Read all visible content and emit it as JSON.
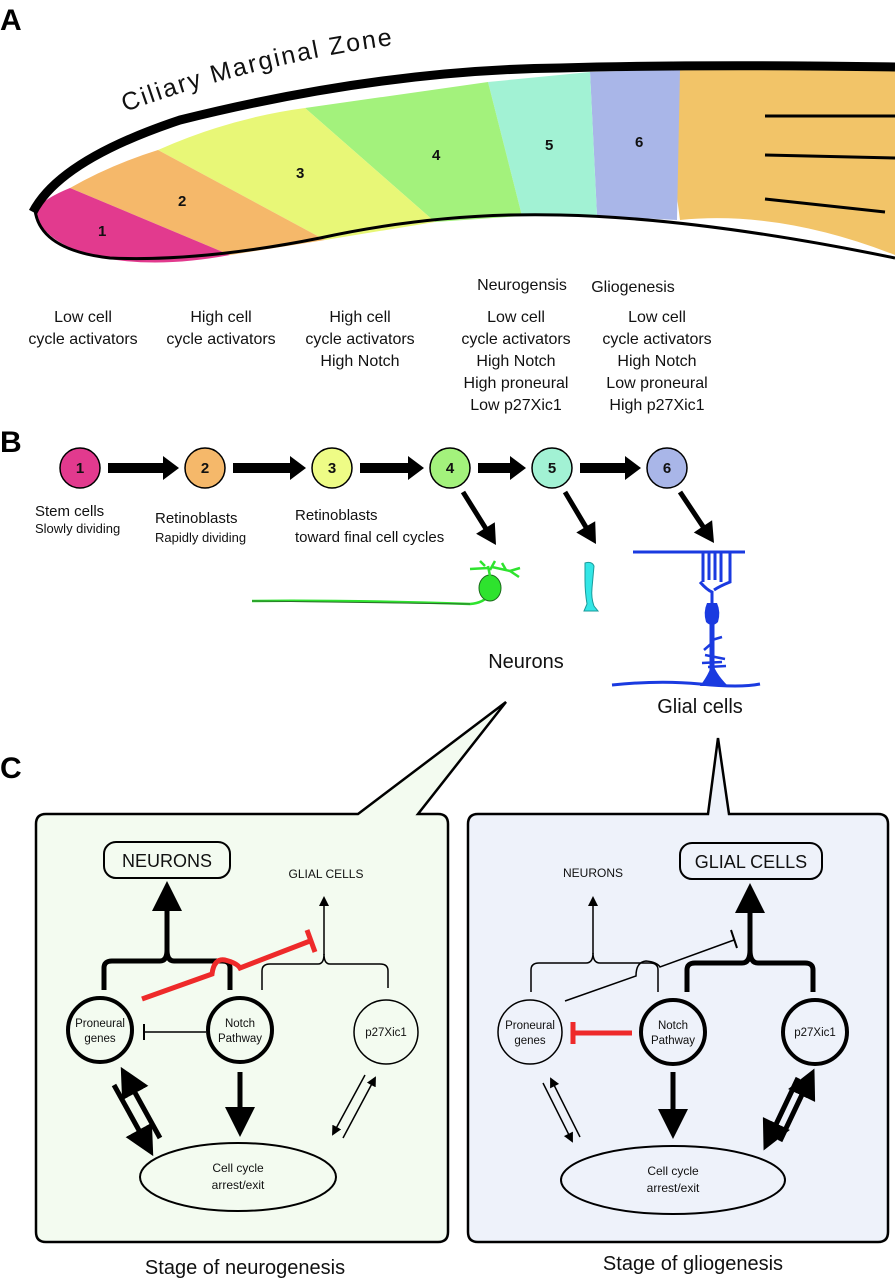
{
  "panels": {
    "a": {
      "letter": "A"
    },
    "b": {
      "letter": "B"
    },
    "c": {
      "letter": "C"
    }
  },
  "panel_a": {
    "title": "Ciliary Marginal Zone",
    "zones": [
      {
        "num": "1",
        "color": "#e23a8e"
      },
      {
        "num": "2",
        "color": "#f5b86a"
      },
      {
        "num": "3",
        "color": "#e8f777"
      },
      {
        "num": "4",
        "color": "#a3f27c"
      },
      {
        "num": "5",
        "color": "#a2f2d4"
      },
      {
        "num": "6",
        "color": "#a9b6e8"
      }
    ],
    "retina_color": "#f2c468",
    "stage_headers": {
      "zone5": "Neurogensis",
      "zone6": "Gliogenesis"
    },
    "descriptions": [
      [
        "Low cell",
        "cycle activators"
      ],
      [
        "High cell",
        "cycle activators"
      ],
      [
        "High cell",
        "cycle activators",
        "High Notch"
      ],
      [
        "Low cell",
        "cycle activators",
        "High Notch",
        "High proneural",
        "Low p27Xic1"
      ],
      [
        "Low cell",
        "cycle activators",
        "High Notch",
        "Low proneural",
        "High p27Xic1"
      ]
    ]
  },
  "panel_b": {
    "nodes": [
      {
        "num": "1",
        "color": "#e23a8e"
      },
      {
        "num": "2",
        "color": "#f5b86a"
      },
      {
        "num": "3",
        "color": "#eefc86"
      },
      {
        "num": "4",
        "color": "#a3f27c"
      },
      {
        "num": "5",
        "color": "#a2f2d4"
      },
      {
        "num": "6",
        "color": "#a9b6e8"
      }
    ],
    "labels": [
      {
        "title": "Stem cells",
        "sub": "Slowly dividing"
      },
      {
        "title": "Retinoblasts",
        "sub": "Rapidly dividing"
      },
      {
        "title": "Retinoblasts",
        "sub": "toward final cell cycles"
      }
    ],
    "neurons_label": "Neurons",
    "glial_label": "Glial cells",
    "neuron_color": "#2ee32e",
    "photoreceptor_color": "#33e6e6",
    "glia_color": "#1a3ae0"
  },
  "panel_c": {
    "neurogenesis": {
      "bg": "#f3fbf0",
      "target_boxed": "NEURONS",
      "target_other": "GLIAL CELLS",
      "node_proneural": [
        "Proneural",
        "genes"
      ],
      "node_notch": [
        "Notch",
        "Pathway"
      ],
      "node_p27": "p27Xic1",
      "cell_cycle": [
        "Cell cycle",
        "arrest/exit"
      ],
      "caption": "Stage of neurogenesis"
    },
    "gliogenesis": {
      "bg": "#eef2fa",
      "target_other": "NEURONS",
      "target_boxed": "GLIAL CELLS",
      "node_proneural": [
        "Proneural",
        "genes"
      ],
      "node_notch": [
        "Notch",
        "Pathway"
      ],
      "node_p27": "p27Xic1",
      "cell_cycle": [
        "Cell cycle",
        "arrest/exit"
      ],
      "caption": "Stage of gliogenesis"
    },
    "inhibition_color": "#ee2a2a"
  }
}
